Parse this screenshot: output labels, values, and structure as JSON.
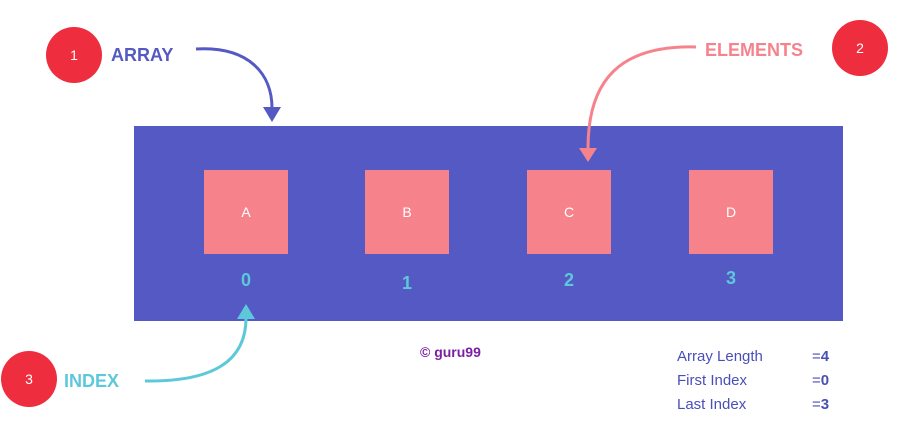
{
  "callouts": [
    {
      "number": "1",
      "label": "ARRAY"
    },
    {
      "number": "2",
      "label": "ELEMENTS"
    },
    {
      "number": "3",
      "label": "INDEX"
    }
  ],
  "elements": [
    "A",
    "B",
    "C",
    "D"
  ],
  "indices": [
    "0",
    "1",
    "2",
    "3"
  ],
  "watermark": "© guru99",
  "info": [
    {
      "name": "Array Length",
      "eq": "= ",
      "value": "4"
    },
    {
      "name": "First Index",
      "eq": "= ",
      "value": "0"
    },
    {
      "name": "Last Index",
      "eq": "= ",
      "value": "3"
    }
  ],
  "colors": {
    "array_fill": "#5459c4",
    "element_fill": "#f6838c",
    "badge_fill": "#ee2d3e",
    "array_label": "#5459c4",
    "elements_label": "#f6838c",
    "index_label": "#5ec8db",
    "watermark": "#7b1fa2",
    "info_text": "#4a4fb8"
  }
}
